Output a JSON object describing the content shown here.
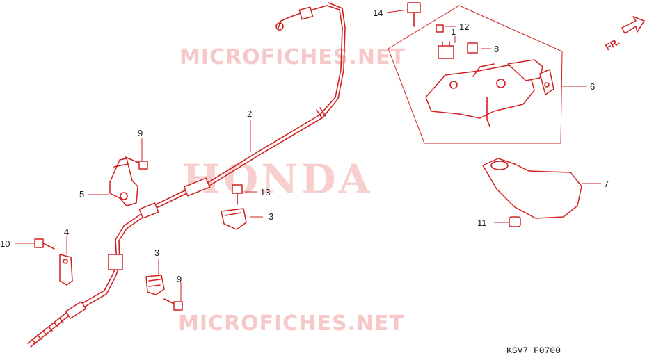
{
  "watermarks": {
    "top": "MICROFICHES.NET",
    "bottom": "MICROFICHES.NET",
    "brand": "HONDA"
  },
  "direction": {
    "label": "FR."
  },
  "diagram_code": "KSV7−F0700",
  "callouts": {
    "c1": "1",
    "c2": "2",
    "c3a": "3",
    "c3b": "3",
    "c4": "4",
    "c5": "5",
    "c6": "6",
    "c7": "7",
    "c8": "8",
    "c9a": "9",
    "c9b": "9",
    "c10": "10",
    "c11": "11",
    "c12": "12",
    "c13": "13",
    "c14": "14"
  },
  "colors": {
    "line": "#d22020",
    "watermark": "#f6c8c8",
    "text": "#1a1a1a"
  }
}
